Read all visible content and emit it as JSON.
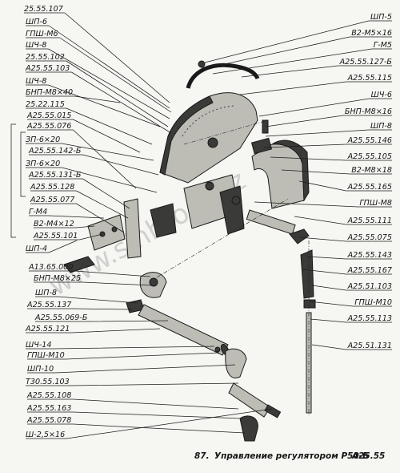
{
  "caption": {
    "number": "87.",
    "title": "Управление регулятором Р50-Б",
    "code": "А25.55"
  },
  "watermark": "www.sinhron.biz",
  "labels_left": [
    "25.55.107",
    "ШП-6",
    "ГПШ-М6",
    "ШЧ-8",
    "25.55.102",
    "А25.55.103",
    "ШЧ-8",
    "БНП-М8×40",
    "25.22.115",
    "А25.55.015",
    "А25.55.076",
    "ЗП-6×20",
    "А25.55.142-Б",
    "ЗП-6×20",
    "А25.55.131-Б",
    "А25.55.128",
    "А25.55.077",
    "Г-М4",
    "В2-М4×12",
    "А25.55.101",
    "ШП-4",
    "А13.65.000",
    "БНП-М8×25",
    "ШП-8",
    "А25.55.137",
    "А25.55.069-Б",
    "А25.55.121",
    "ШЧ-14",
    "ГПШ-М10",
    "ШП-10",
    "Т30.55.103",
    "А25.55.108",
    "А25.55.163",
    "А25.55.078",
    "Ш-2,5×16"
  ],
  "labels_right": [
    "ШП-5",
    "В2-М5×16",
    "Г-М5",
    "А25.55.127-Б",
    "А25.55.115",
    "ШЧ-6",
    "БНП-М8×16",
    "ШП-8",
    "А25.55.146",
    "А25.55.105",
    "В2-М8×18",
    "А25.55.165",
    "ГПШ-М8",
    "А25.55.111",
    "А25.55.075",
    "А25.55.143",
    "А25.55.167",
    "А25.51.103",
    "ГПШ-М10",
    "А25.55.113",
    "А25.51.131"
  ]
}
